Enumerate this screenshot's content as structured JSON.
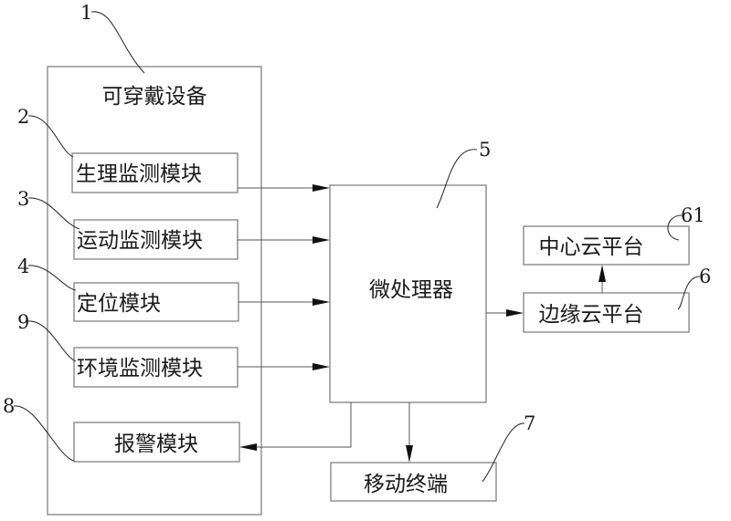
{
  "diagram": {
    "wearable_device": {
      "ref": "1",
      "label": "可穿戴设备"
    },
    "modules": [
      {
        "ref": "2",
        "label": "生理监测模块"
      },
      {
        "ref": "3",
        "label": "运动监测模块"
      },
      {
        "ref": "4",
        "label": "定位模块"
      },
      {
        "ref": "9",
        "label": "环境监测模块"
      },
      {
        "ref": "8",
        "label": "报警模块"
      }
    ],
    "microprocessor": {
      "ref": "5",
      "label": "微处理器"
    },
    "central_cloud": {
      "ref": "61",
      "label": "中心云平台"
    },
    "edge_cloud": {
      "ref": "6",
      "label": "边缘云平台"
    },
    "mobile_terminal": {
      "ref": "7",
      "label": "移动终端"
    },
    "connections": [
      {
        "from": "生理监测模块",
        "to": "微处理器"
      },
      {
        "from": "运动监测模块",
        "to": "微处理器"
      },
      {
        "from": "定位模块",
        "to": "微处理器"
      },
      {
        "from": "环境监测模块",
        "to": "微处理器"
      },
      {
        "from": "微处理器",
        "to": "报警模块"
      },
      {
        "from": "微处理器",
        "to": "移动终端"
      },
      {
        "from": "微处理器",
        "to": "边缘云平台"
      },
      {
        "from": "边缘云平台",
        "to": "中心云平台"
      }
    ]
  }
}
